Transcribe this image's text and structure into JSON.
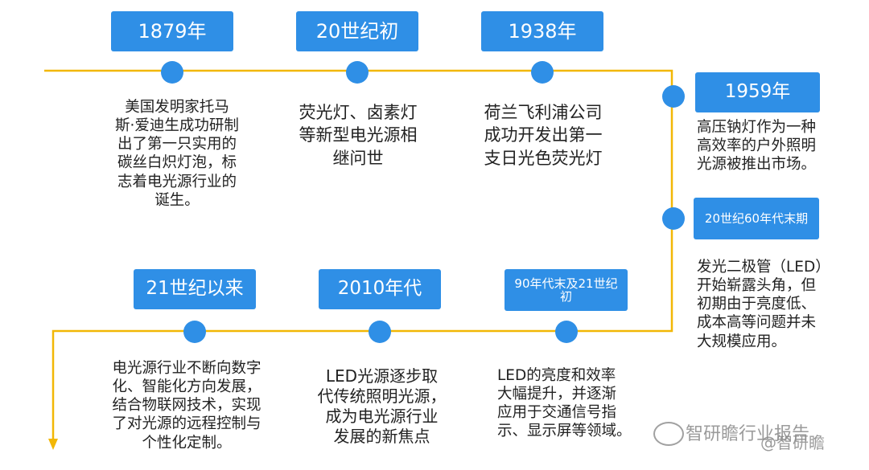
{
  "colors": {
    "accent": "#2f8fe6",
    "line": "#f2b705",
    "text": "#222222"
  },
  "milestones": [
    {
      "label": "1879年",
      "desc": "美国发明家托马\n斯·爱迪生成功研制\n出了第一只实用的\n碳丝白炽灯泡，标\n志着电光源行业的\n诞生。"
    },
    {
      "label": "20世纪初",
      "desc": "荧光灯、卤素灯\n等新型电光源相\n继问世"
    },
    {
      "label": "1938年",
      "desc": "荷兰飞利浦公司\n成功开发出第一\n支日光色荧光灯"
    },
    {
      "label": "1959年",
      "desc": "高压钠灯作为一种\n高效率的户外照明\n光源被推出市场。"
    },
    {
      "label": "20世纪60年代末期",
      "desc": "发光二极管（LED）\n开始崭露头角，但\n初期由于亮度低、\n成本高等问题并未\n大规模应用。"
    },
    {
      "label": "90年代末及21世纪\n初",
      "desc": "LED的亮度和效率\n大幅提升，并逐渐\n应用于交通信号指\n示、显示屏等领域。"
    },
    {
      "label": "2010年代",
      "desc": "LED光源逐步取\n代传统照明光源，\n成为电光源行业\n发展的新焦点"
    },
    {
      "label": "21世纪以来",
      "desc": "电光源行业不断向数字\n化、智能化方向发展，\n结合物联网技术，实现\n了对光源的远程控制与\n个性化定制。"
    }
  ],
  "watermark": {
    "text1": "智研瞻行业报告",
    "text2": "@智研瞻"
  }
}
